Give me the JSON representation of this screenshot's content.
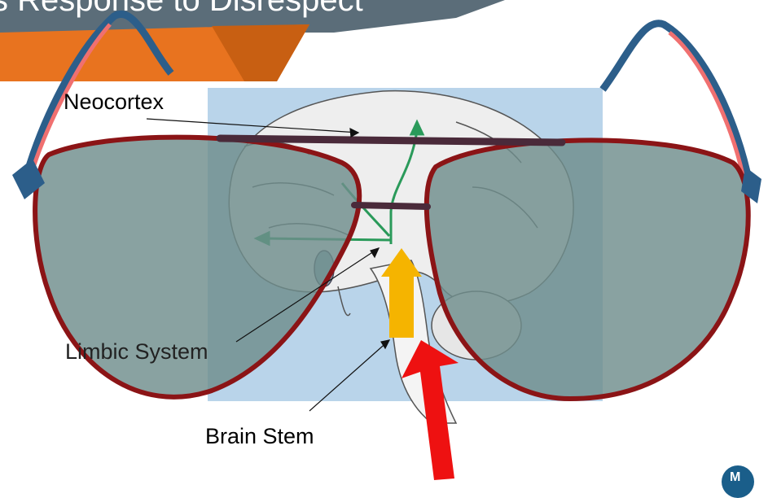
{
  "slide": {
    "title": "s Response to Disrespect",
    "colors": {
      "title_band": "#5b6d79",
      "accent_orange": "#e8731f",
      "lens_tint": "#6f8e8c",
      "frame": "#8b1416",
      "brain_bg": "#b9d4ea"
    }
  },
  "labels": {
    "neocortex": "Neocortex",
    "limbic_system": "Limbic System",
    "brain_stem": "Brain Stem"
  },
  "arrows": {
    "yellow": {
      "color": "#f5b400"
    },
    "red": {
      "color": "#ee1111"
    },
    "green": {
      "color": "#2a9a5a"
    }
  },
  "logo": {
    "icon": "company-logo-icon",
    "text": "M"
  }
}
